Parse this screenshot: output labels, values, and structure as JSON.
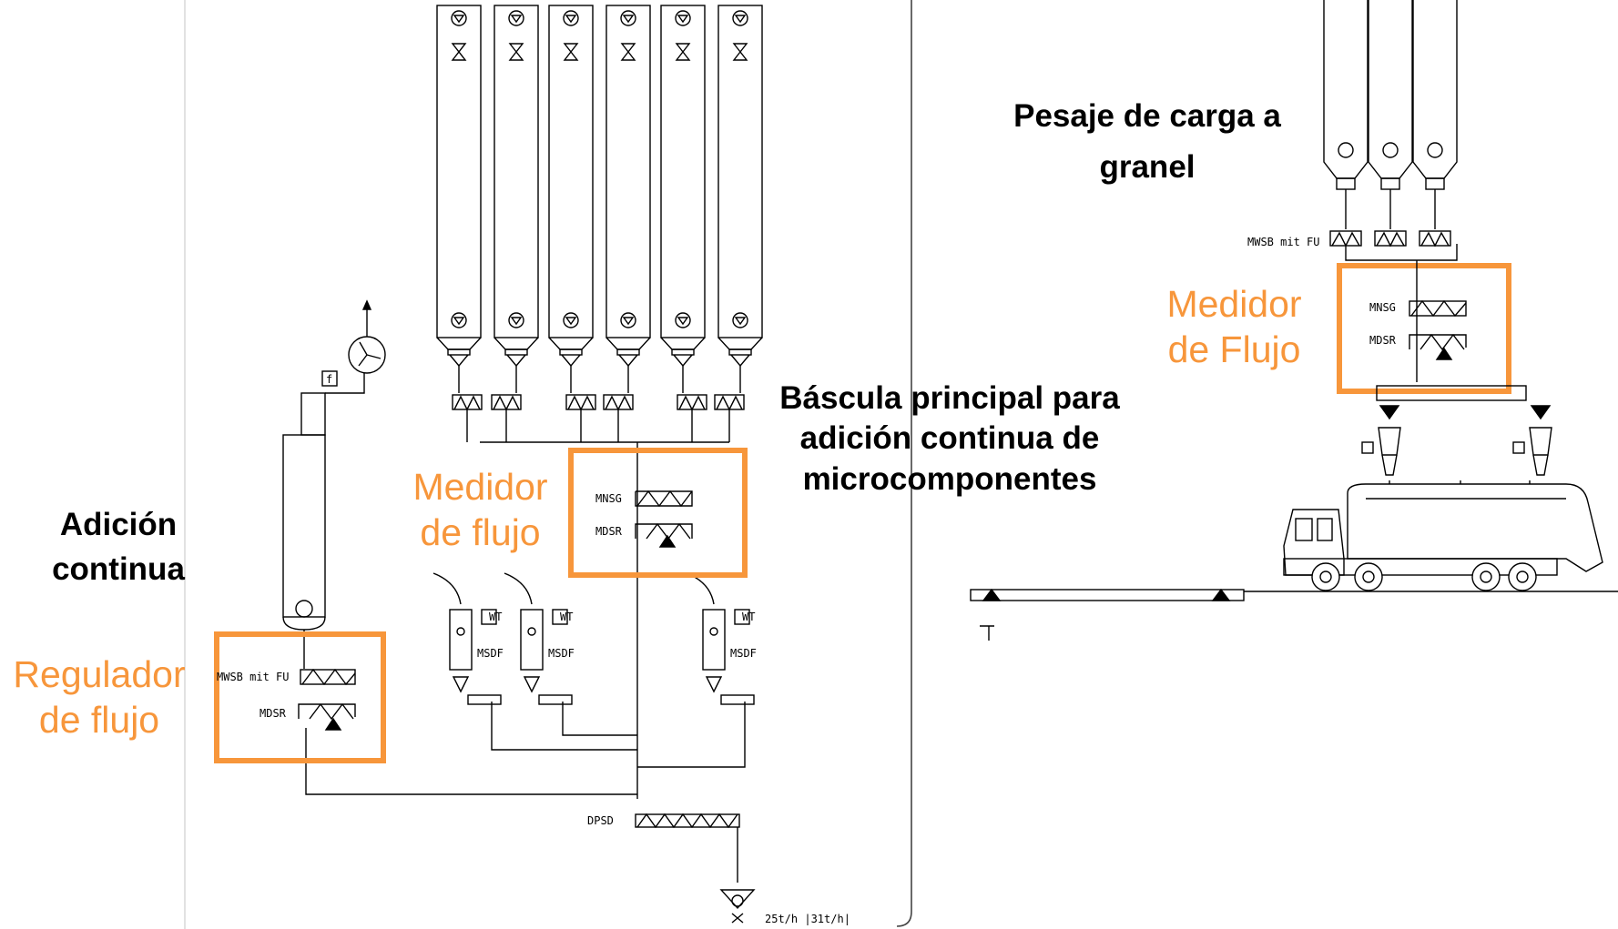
{
  "labels": {
    "adicion": "Adición continua",
    "regulador": "Regulador de flujo",
    "medidor_center": "Medidor de flujo",
    "bascula": "Báscula principal para adición continua de microcomponentes",
    "pesaje": "Pesaje de carga a granel",
    "medidor_right": "Medidor de Flujo"
  },
  "equipment": {
    "mwsb_mit_fu": "MWSB mit FU",
    "mdsr": "MDSR",
    "mnsg": "MNSG",
    "msdf": "MSDF",
    "wt": "WT",
    "dpsd": "DPSD",
    "flow_rate": "25t/h |31t/h|",
    "filter_sym": "f"
  },
  "colors": {
    "highlight": "#f7963b",
    "line": "#000000"
  }
}
